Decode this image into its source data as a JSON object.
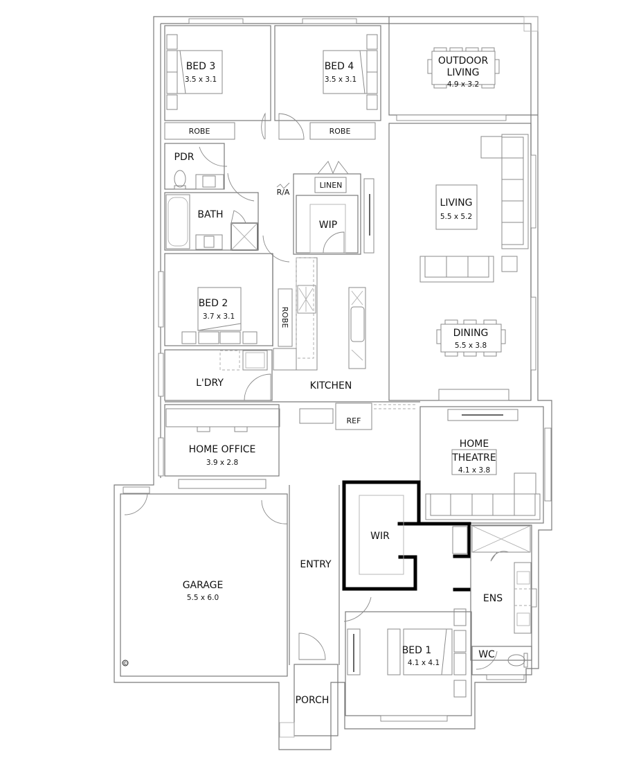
{
  "plan": {
    "rooms": {
      "bed3": {
        "name": "BED 3",
        "size": "3.5 x 3.1"
      },
      "bed4": {
        "name": "BED 4",
        "size": "3.5 x 3.1"
      },
      "outdoor": {
        "name_line1": "OUTDOOR",
        "name_line2": "LIVING",
        "size": "4.9 x 3.2"
      },
      "robe3": {
        "name": "ROBE"
      },
      "robe4": {
        "name": "ROBE"
      },
      "pdr": {
        "name": "PDR"
      },
      "bath": {
        "name": "BATH"
      },
      "ra": {
        "name": "R/A"
      },
      "linen": {
        "name": "LINEN"
      },
      "wip": {
        "name": "WIP"
      },
      "living": {
        "name": "LIVING",
        "size": "5.5 x 5.2"
      },
      "dining": {
        "name": "DINING",
        "size": "5.5 x 3.8"
      },
      "bed2": {
        "name": "BED 2",
        "size": "3.7 x 3.1"
      },
      "robe2": {
        "name": "ROBE"
      },
      "laundry": {
        "name": "L'DRY"
      },
      "kitchen": {
        "name": "KITCHEN"
      },
      "ref": {
        "name": "REF"
      },
      "office": {
        "name": "HOME OFFICE",
        "size": "3.9 x 2.8"
      },
      "theatre": {
        "name_line1": "HOME",
        "name_line2": "THEATRE",
        "size": "4.1 x 3.8"
      },
      "wir": {
        "name": "WIR"
      },
      "entry": {
        "name": "ENTRY"
      },
      "ens": {
        "name": "ENS"
      },
      "garage": {
        "name": "GARAGE",
        "size": "5.5 x 6.0"
      },
      "bed1": {
        "name": "BED 1",
        "size": "4.1 x 4.1"
      },
      "wc": {
        "name": "WC"
      },
      "porch": {
        "name": "PORCH"
      }
    },
    "symbols": {
      "copyright": "©"
    }
  }
}
